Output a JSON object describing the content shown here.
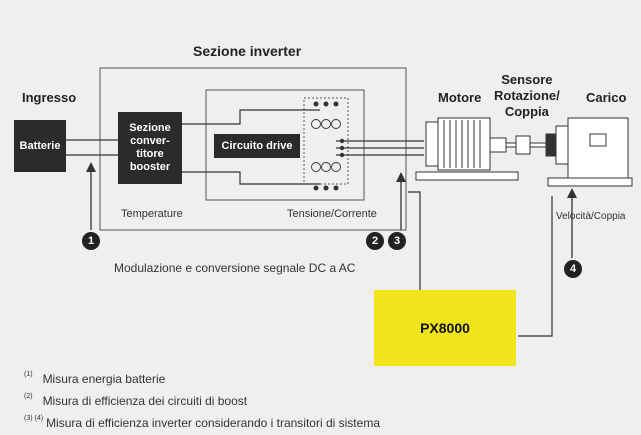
{
  "diagram": {
    "title": "Sezione inverter",
    "input_label": "Ingresso",
    "batteries_label": "Batterie",
    "booster_label": "Sezione\nconver-\ntitore\nbooster",
    "drive_label": "Circuito drive",
    "temperature_label": "Temperature",
    "voltage_current_label": "Tensione/Corrente",
    "modulation_label": "Modulazione e conversione segnale DC a AC",
    "motor_label": "Motore",
    "sensor_label": "Sensore\nRotazione/\nCoppia",
    "load_label": "Carico",
    "speed_torque_label": "Velocità/Coppia",
    "px_label": "PX8000",
    "badges": [
      "1",
      "2",
      "3",
      "4"
    ]
  },
  "notes": [
    {
      "ref": "(1)",
      "text": "Misura energia batterie"
    },
    {
      "ref": "(2)",
      "text": "Misura di efficienza dei circuiti di boost"
    },
    {
      "ref": "(3) (4)",
      "text": "Misura di efficienza inverter considerando i transitori di sistema"
    }
  ],
  "colors": {
    "background": "#efefef",
    "dark_box": "#2b2b2b",
    "accent": "#f0e51c",
    "line": "#333333"
  }
}
